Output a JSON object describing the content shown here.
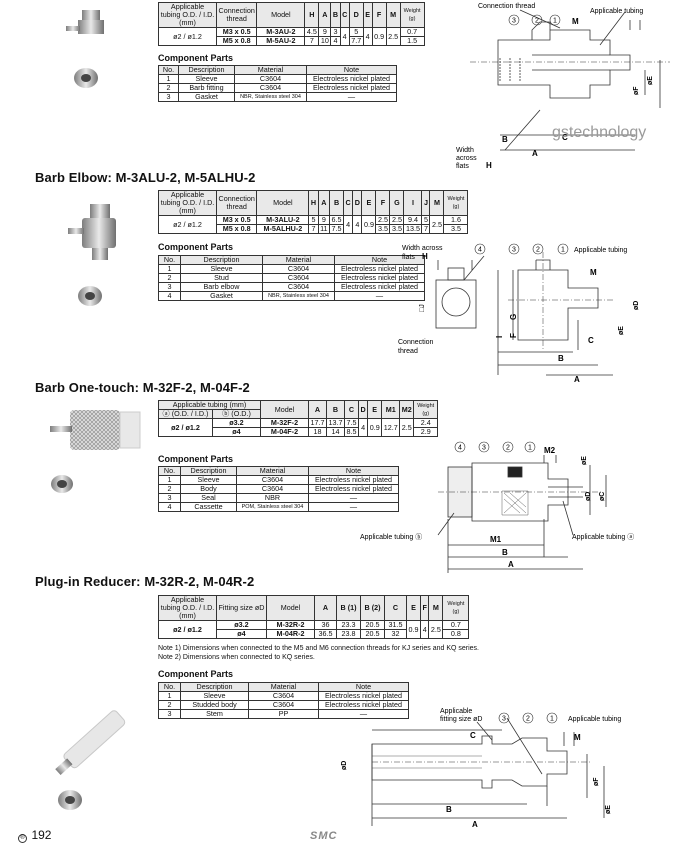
{
  "colors": {
    "header_bg": "#e9e9e9",
    "line": "#333333",
    "watermark": "#9a9a9a"
  },
  "watermark": "gstechnology",
  "page_number": "192",
  "brand": "SMC",
  "common": {
    "component_parts": "Component Parts",
    "cp_headers": [
      "No.",
      "Description",
      "Material",
      "Note"
    ],
    "applicable_tubing_label": "Applicable tubing",
    "connection_thread_label": "Connection thread",
    "width_across_flats_label": "Width across flats",
    "H": "H"
  },
  "s1": {
    "spec_headers": [
      "Applicable tubing O.D. / I.D. (mm)",
      "Connection thread",
      "Model",
      "H",
      "A",
      "B",
      "C",
      "D",
      "E",
      "F",
      "M",
      "Weight (g)"
    ],
    "rows": [
      {
        "tube": "ø2 / ø1.2",
        "thread": "M3 x 0.5",
        "model": "M-3AU-2",
        "H": "4.5",
        "A": "9",
        "B": "3",
        "C": "4",
        "D": "5",
        "E": "4",
        "F": "0.9",
        "M": "2.5",
        "W": "0.7"
      },
      {
        "thread": "M5 x 0.8",
        "model": "M-5AU-2",
        "H": "7",
        "A": "10",
        "B": "4",
        "D": "7.7",
        "W": "1.5"
      }
    ],
    "parts": [
      [
        "1",
        "Sleeve",
        "C3604",
        "Electroless nickel plated"
      ],
      [
        "2",
        "Barb fitting",
        "C3604",
        "Electroless nickel plated"
      ],
      [
        "3",
        "Gasket",
        "NBR, Stainless steel 304",
        "—"
      ]
    ],
    "diagram_labels": {
      "conn": "Connection thread",
      "tubing": "Applicable tubing",
      "M": "M",
      "E": "øE",
      "F": "øF",
      "B": "B",
      "C": "C",
      "A": "A",
      "width1": "Width",
      "width2": "across",
      "width3": "flats"
    }
  },
  "s2": {
    "title": "Barb Elbow: M-3ALU-2, M-5ALHU-2",
    "spec_headers": [
      "Applicable tubing O.D. / I.D. (mm)",
      "Connection thread",
      "Model",
      "H",
      "A",
      "B",
      "C",
      "D",
      "E",
      "F",
      "G",
      "I",
      "J",
      "M",
      "Weight (g)"
    ],
    "rows": [
      {
        "tube": "ø2 / ø1.2",
        "thread": "M3 x 0.5",
        "model": "M-3ALU-2",
        "H": "5",
        "A": "9",
        "B": "6.5",
        "C": "4",
        "D": "4",
        "E": "0.9",
        "F": "2.5",
        "G": "2.5",
        "I": "9.4",
        "J": "5",
        "M": "2.5",
        "W": "1.6"
      },
      {
        "thread": "M5 x 0.8",
        "model": "M-5ALHU-2",
        "H": "7",
        "A": "11",
        "B": "7.5",
        "F": "3.5",
        "G": "3.5",
        "I": "13.5",
        "J": "7",
        "W": "3.5"
      }
    ],
    "parts": [
      [
        "1",
        "Sleeve",
        "C3604",
        "Electroless nickel plated"
      ],
      [
        "2",
        "Stud",
        "C3604",
        "Electroless nickel plated"
      ],
      [
        "3",
        "Barb elbow",
        "C3604",
        "Electroless nickel plated"
      ],
      [
        "4",
        "Gasket",
        "NBR, Stainless steel 304",
        "—"
      ]
    ],
    "diagram_labels": {
      "width": "Width across",
      "flats": "flats",
      "conn1": "Connection",
      "conn2": "thread",
      "J": "□J",
      "G": "G",
      "F": "F",
      "I": "I",
      "C": "C",
      "B": "B",
      "A": "A",
      "M": "M",
      "D": "øD",
      "E": "øE"
    }
  },
  "s3": {
    "title": "Barb One-touch: M-32F-2, M-04F-2",
    "spec_headers": [
      "Applicable tubing (mm)",
      "Model",
      "A",
      "B",
      "C",
      "D",
      "E",
      "M1",
      "M2",
      "Weight (g)"
    ],
    "sub_headers": [
      "ⓐ (O.D. / I.D.)",
      "ⓑ (O.D.)"
    ],
    "rows": [
      {
        "a": "ø2 / ø1.2",
        "b": "ø3.2",
        "model": "M-32F-2",
        "A": "17.7",
        "B": "13.7",
        "C": "7.5",
        "D": "4",
        "E": "0.9",
        "M1": "12.7",
        "M2": "2.5",
        "W": "2.4"
      },
      {
        "b": "ø4",
        "model": "M-04F-2",
        "A": "18",
        "B": "14",
        "C": "8.5",
        "W": "2.9"
      }
    ],
    "parts": [
      [
        "1",
        "Sleeve",
        "C3604",
        "Electroless nickel plated"
      ],
      [
        "2",
        "Body",
        "C3604",
        "Electroless nickel plated"
      ],
      [
        "3",
        "Seal",
        "NBR",
        "—"
      ],
      [
        "4",
        "Cassette",
        "POM, Stainless steel 304",
        "—"
      ]
    ],
    "diagram_labels": {
      "M2": "M2",
      "E": "øE",
      "D": "øD",
      "C": "øC",
      "tubing_b": "Applicable tubing ⓑ",
      "tubing_a": "Applicable tubing ⓐ",
      "M1": "M1",
      "B": "B",
      "A": "A"
    }
  },
  "s4": {
    "title": "Plug-in Reducer: M-32R-2, M-04R-2",
    "spec_headers": [
      "Applicable tubing O.D. / I.D. (mm)",
      "Fitting size øD",
      "Model",
      "A",
      "B (1)",
      "B (2)",
      "C",
      "E",
      "F",
      "M",
      "Weight (g)"
    ],
    "rows": [
      {
        "tube": "ø2 / ø1.2",
        "D": "ø3.2",
        "model": "M-32R-2",
        "A": "36",
        "B1": "23.3",
        "B2": "20.5",
        "C": "31.5",
        "E": "0.9",
        "F": "4",
        "M": "2.5",
        "W": "0.7"
      },
      {
        "D": "ø4",
        "model": "M-04R-2",
        "A": "36.5",
        "B1": "23.8",
        "B2": "20.5",
        "C": "32",
        "W": "0.8"
      }
    ],
    "notes": [
      "Note 1) Dimensions when connected to the M5 and M6 connection threads for KJ series and KQ series.",
      "Note 2) Dimensions when connected to KQ series."
    ],
    "parts": [
      [
        "1",
        "Sleeve",
        "C3604",
        "Electroless nickel plated"
      ],
      [
        "2",
        "Studded body",
        "C3604",
        "Electroless nickel plated"
      ],
      [
        "3",
        "Stem",
        "PP",
        "—"
      ]
    ],
    "diagram_labels": {
      "fit1": "Applicable",
      "fit2": "fitting size øD",
      "tubing": "Applicable tubing",
      "C": "C",
      "M": "M",
      "D": "øD",
      "F": "øF",
      "E": "øE",
      "B": "B",
      "A": "A"
    }
  }
}
